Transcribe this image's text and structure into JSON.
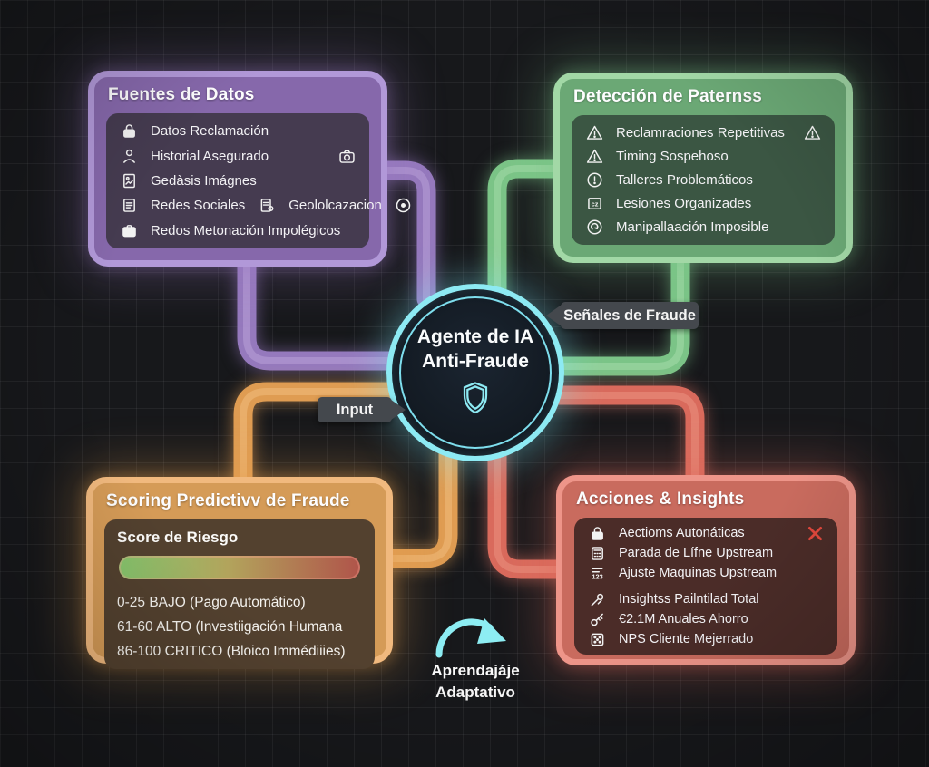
{
  "diagram_title": "Agente de IA Anti-Fraude",
  "colors": {
    "background": "#17181b",
    "grid_line": "rgba(255,255,255,0.055)",
    "purple": "#9a7cc4",
    "green": "#84c88e",
    "orange": "#e29e55",
    "red": "#dd7263",
    "cyan": "#8ae9f2",
    "label_bg": "#44484d",
    "x_mark": "#e2483d"
  },
  "center": {
    "line1": "Agente de IA",
    "line2": "Anti-Fraude",
    "icon": "shield-icon"
  },
  "labels": {
    "senales": "Señales de Fraude",
    "input": "Input",
    "aprendizaje": [
      "Aprendajáje",
      "Adaptativo"
    ]
  },
  "boxes": {
    "fuentes": {
      "title": "Fuentes de Datos",
      "items": [
        {
          "icon": "lock-icon",
          "text": "Datos Reclamación"
        },
        {
          "icon": "person-icon",
          "text": "Historial Asegurado",
          "right_icon": "camera-icon"
        },
        {
          "icon": "file-image-icon",
          "text": "Gedàsis Imágnes"
        },
        {
          "icon": "file-lines-icon",
          "text": "Redes Sociales",
          "icon2": "file-gear-icon",
          "text2": "Geololcazacion",
          "right_icon": "target-icon"
        },
        {
          "icon": "briefcase-icon",
          "text": "Redos Metonación Impolégicos"
        }
      ]
    },
    "deteccion": {
      "title": "Detección de Paternss",
      "items": [
        {
          "icon": "warning-triangle-icon",
          "text": "Reclamraciones Repetitivas",
          "right_icon": "warning-triangle-icon"
        },
        {
          "icon": "warning-triangle-icon",
          "text": "Timing Sospehoso"
        },
        {
          "icon": "info-circle-icon",
          "text": "Talleres Problemáticos"
        },
        {
          "icon": "cz-box-icon",
          "text": "Lesiones Organizades"
        },
        {
          "icon": "refresh-circle-icon",
          "text": "Manipallaación Imposible"
        }
      ]
    },
    "scoring": {
      "title": "Scoring Predictivv de Fraude",
      "panel_title": "Score de Riesgo",
      "bar_gradient": [
        "#86c56d",
        "#b2a45c",
        "#b0544a"
      ],
      "levels": [
        "0-25 BAJO (Pago Automático)",
        "61-60 ALTO (Investiigación Humana",
        "86-100 CRITICO (Bloico Immédiiies)"
      ]
    },
    "acciones": {
      "title": "Acciones & Insights",
      "items": [
        {
          "icon": "lock-icon",
          "text": "Aectioms Autonáticas",
          "right_icon": "x-mark-icon"
        },
        {
          "icon": "calculator-icon",
          "text": "Parada de Lífne Upstream"
        },
        {
          "icon": "numbers-icon",
          "text": "Ajuste Maquinas Upstream"
        },
        {
          "icon": "tools-icon",
          "text": "Insightss Pailntilad Total"
        },
        {
          "icon": "key-icon",
          "text": "€2.1M Anuales Ahorro"
        },
        {
          "icon": "dice-icon",
          "text": "NPS Cliente Mejerrado"
        }
      ]
    }
  }
}
